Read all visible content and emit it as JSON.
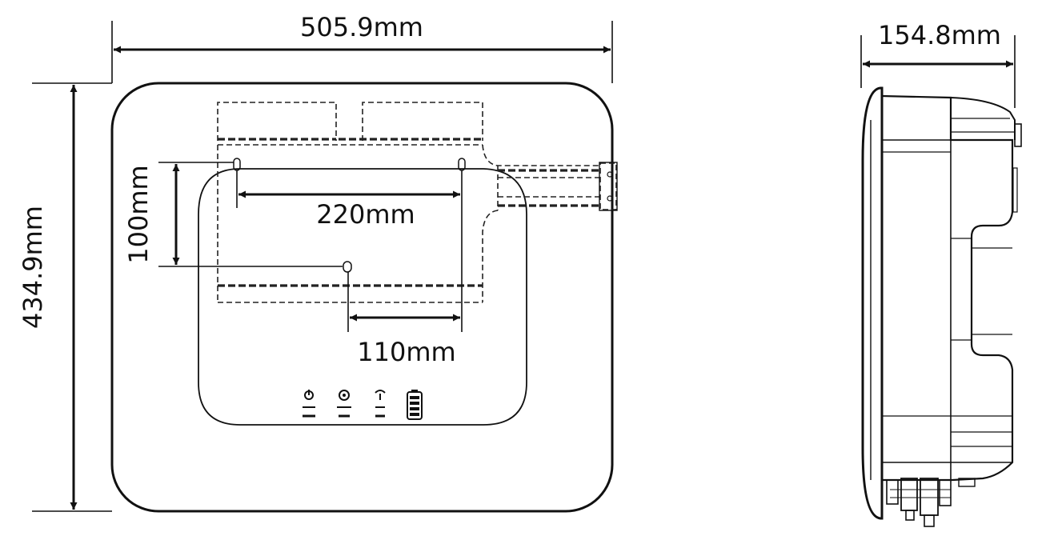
{
  "front_view": {
    "width_label": "505.9mm",
    "height_label": "434.9mm",
    "vertical_spacing_label": "100mm",
    "horizontal_spacing_label": "220mm",
    "offset_spacing_label": "110mm"
  },
  "side_view": {
    "depth_label": "154.8mm"
  },
  "indicator_icons": [
    "power-icon",
    "circle-icon",
    "wifi-icon",
    "battery-icon"
  ]
}
